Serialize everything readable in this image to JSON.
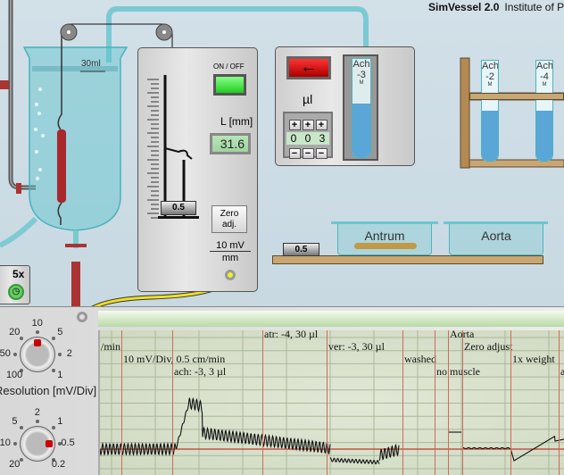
{
  "app": {
    "name": "SimVessel 2.0",
    "institute": "Institute of P"
  },
  "bath": {
    "volume_label": "30ml"
  },
  "speed": {
    "label": "5x",
    "icon": "clock-icon"
  },
  "transducer": {
    "power_label": "ON / OFF",
    "length_label": "L [mm]",
    "length_value": "31.6",
    "weight_value": "0.5",
    "zero_adj_label": "Zero adj.",
    "sensitivity_top": "10 mV",
    "sensitivity_bottom": "mm"
  },
  "injector": {
    "unit": "µl",
    "digits": [
      "0",
      "0",
      "3"
    ],
    "plus": "+",
    "minus": "−",
    "syringe_drug": "Ach",
    "syringe_conc": "-3",
    "syringe_mark": "M"
  },
  "rack": {
    "tubes": [
      {
        "drug": "Ach",
        "conc": "-2",
        "mark": "M"
      },
      {
        "drug": "Ach",
        "conc": "-4",
        "mark": "M"
      }
    ]
  },
  "shelf": {
    "weight": "0.5",
    "beakers": [
      "Antrum",
      "Aorta"
    ]
  },
  "controls": {
    "resolution": {
      "label": "Resolution [mV/Div]",
      "ticks": [
        "10",
        "5",
        "2",
        "1",
        "100",
        "50",
        "20"
      ],
      "selected": "10"
    },
    "speed_knob": {
      "ticks": [
        "2",
        "1",
        "0.5",
        "0.2",
        "20",
        "10",
        "5"
      ],
      "selected": "0.5"
    }
  },
  "recorder": {
    "trace_color": "#111111",
    "baseline_color": "#c0392b",
    "grid_color": "#aab99a",
    "background": "#d6dfc6",
    "events": [
      {
        "text": "/min",
        "row": 1
      },
      {
        "text": "10 mV/Div, 0.5 cm/min",
        "row": 2
      },
      {
        "text": "ach: -3, 3 µl",
        "row": 3
      },
      {
        "text": "atr: -4, 30 µl",
        "row": 0
      },
      {
        "text": "ver: -3, 30 µl",
        "row": 1
      },
      {
        "text": "washed",
        "row": 2
      },
      {
        "text": "no muscle",
        "row": 3
      },
      {
        "text": "Aorta",
        "row": 0
      },
      {
        "text": "Zero adjust",
        "row": 1
      },
      {
        "text": "1x weight",
        "row": 2
      },
      {
        "text": "a",
        "row": 3
      }
    ]
  }
}
